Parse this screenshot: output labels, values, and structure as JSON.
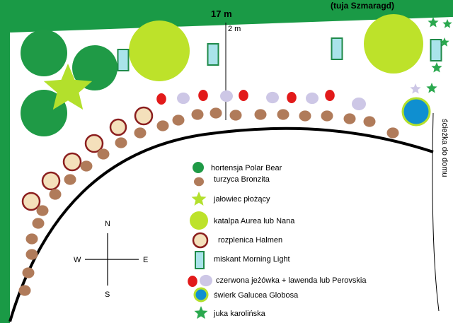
{
  "plan": {
    "top_dimension": "17 m",
    "hedge_label": "(tuja Szmaragd)",
    "inner_dimension": "2 m",
    "path_label": "ścieżka do domu"
  },
  "compass": {
    "n": "N",
    "s": "S",
    "w": "W",
    "e": "E"
  },
  "legend": [
    {
      "key": "hortensja",
      "label": "hortensja Polar Bear"
    },
    {
      "key": "turzyca",
      "label": "turzyca Bronzita"
    },
    {
      "key": "jalowiec",
      "label": "jałowiec płożący"
    },
    {
      "key": "katalpa",
      "label": "katalpa Aurea lub Nana"
    },
    {
      "key": "rozplenica",
      "label": "rozplenica Halmen"
    },
    {
      "key": "miskant",
      "label": "miskant Morning Light"
    },
    {
      "key": "jezowka",
      "label": "czerwona jeżówka + lawenda lub Perovskia"
    },
    {
      "key": "swierk",
      "label": "świerk Galucea Globosa"
    },
    {
      "key": "juka",
      "label": "juka karolińska"
    }
  ],
  "colors": {
    "hedge": "#1a9a46",
    "hortensja": "#1f9a46",
    "turzyca": "#b07b5a",
    "katalpa": "#bde22a",
    "jalowiec": "#b3e02c",
    "rozplenica_fill": "#f4e0bb",
    "rozplenica_ring": "#8b1e1e",
    "miskant_fill": "#a9e3ea",
    "miskant_border": "#1f8a4a",
    "jezowka": "#e21a1a",
    "lawenda": "#cdc7e6",
    "swierk_fill": "#0f8fd0",
    "swierk_ring": "#b3e02c",
    "juka": "#2aa84e"
  }
}
